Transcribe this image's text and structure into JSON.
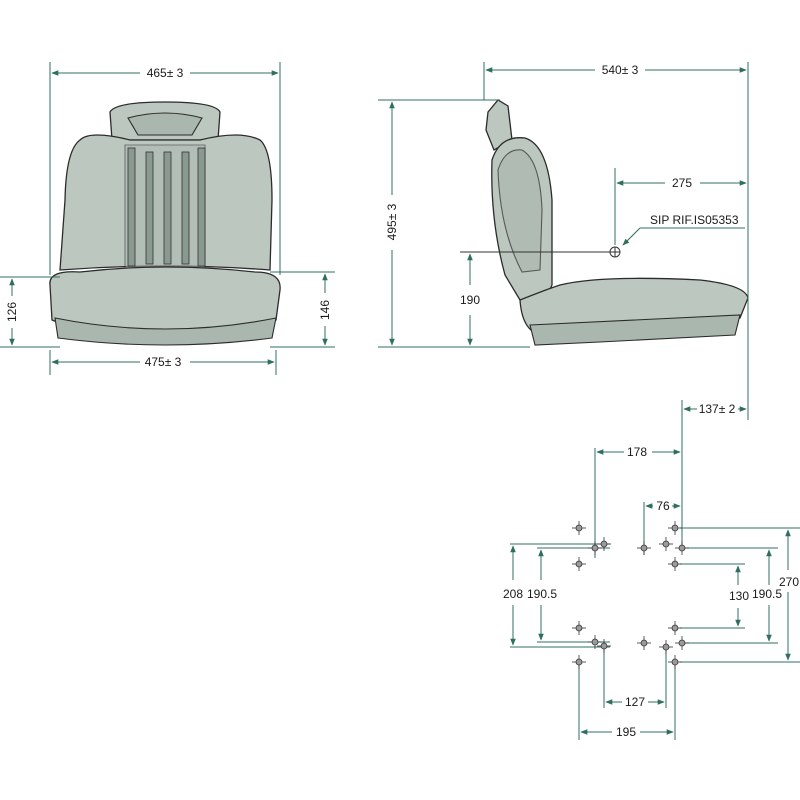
{
  "front_view": {
    "top_width": "465± 3",
    "bottom_width": "475± 3",
    "left_height": "126",
    "right_height": "146"
  },
  "side_view": {
    "depth": "540± 3",
    "height": "495± 3",
    "sip_offset": "275",
    "sip_label": "SIP RIF.IS05353",
    "sip_height": "190"
  },
  "mounting_pattern": {
    "offset": "137± 2",
    "d178": "178",
    "d76": "76",
    "d208": "208",
    "d190_left": "190.5",
    "d130": "130",
    "d190_right": "190.5",
    "d270": "270",
    "d127": "127",
    "d195": "195"
  },
  "colors": {
    "dimension_line": "#2f6f60",
    "seat_fill": "#bcc7bf"
  }
}
